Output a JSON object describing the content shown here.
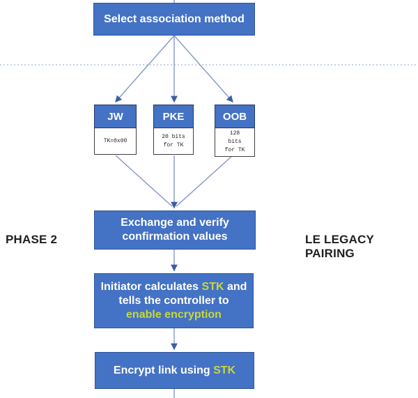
{
  "diagram": {
    "top_box": "Select association method",
    "methods": [
      {
        "name": "JW",
        "detail": "TK=0x00"
      },
      {
        "name": "PKE",
        "detail": "20 bits\nfor TK"
      },
      {
        "name": "OOB",
        "detail": "128\nbits\nfor TK"
      }
    ],
    "exchange_box": {
      "line1": "Exchange and verify",
      "line2": "confirmation values"
    },
    "initiator_box": {
      "l1a": "Initiator calculates ",
      "l1b": "STK",
      "l1c": " and",
      "l2": "tells the controller to",
      "l3": "enable encryption"
    },
    "encrypt_box": {
      "a": "Encrypt link using ",
      "b": "STK"
    },
    "phase_label": "PHASE 2",
    "pairing_label": "LE LEGACY PAIRING"
  },
  "colors": {
    "box_fill": "#4472c4",
    "box_border": "#2f5597",
    "small_box_border": "#1f3864",
    "accent_text": "#c9d838",
    "line": "#8496cb",
    "arrowhead": "#3b5fa0",
    "dashed_line": "#9fb3dc",
    "label_text": "#1f1f1f"
  }
}
